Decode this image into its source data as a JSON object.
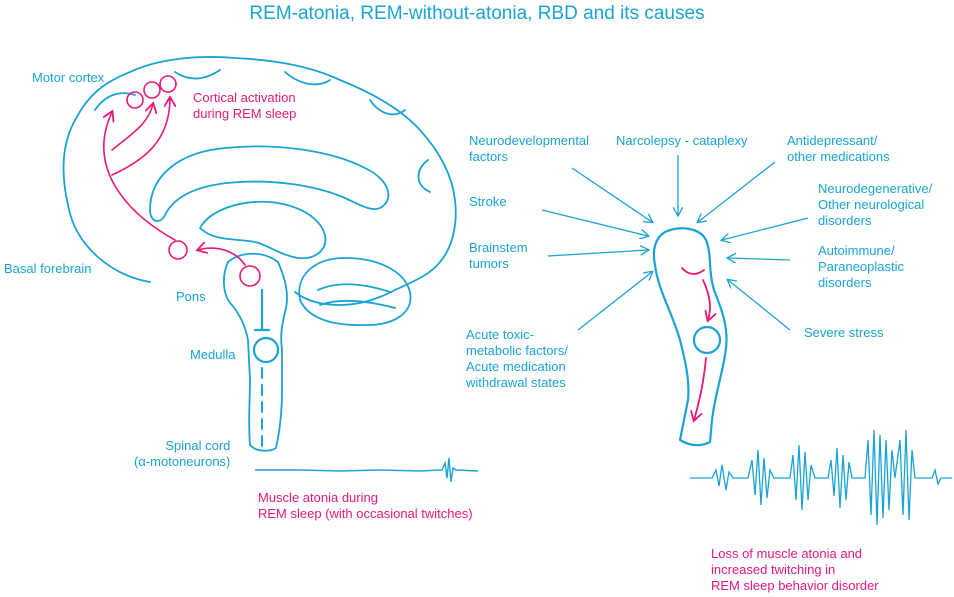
{
  "title": "REM-atonia, REM-without-atonia, RBD and its causes",
  "brain_labels": {
    "motor_cortex": "Motor cortex",
    "cortical_activation": [
      "Cortical activation",
      "during REM sleep"
    ],
    "basal_forebrain": "Basal forebrain",
    "pons": "Pons",
    "medulla": "Medulla",
    "spinal_cord": [
      "Spinal cord",
      "(α-motoneurons)"
    ],
    "muscle_atonia": [
      "Muscle atonia during",
      "REM sleep (with occasional twitches)"
    ]
  },
  "causes": {
    "neurodevelopmental": [
      "Neurodevelopmental",
      "factors"
    ],
    "narcolepsy": "Narcolepsy - cataplexy",
    "antidepressant": [
      "Antidepressant/",
      "other medications"
    ],
    "stroke": "Stroke",
    "neurodegenerative": [
      "Neurodegenerative/",
      "Other neurological",
      "disorders"
    ],
    "brainstem_tumors": [
      "Brainstem",
      "tumors"
    ],
    "autoimmune": [
      "Autoimmune/",
      "Paraneoplastic",
      "disorders"
    ],
    "severe_stress": "Severe stress",
    "acute_toxic": [
      "Acute toxic-",
      "metabolic factors/",
      "Acute medication",
      "withdrawal states"
    ]
  },
  "rbd_label": [
    "Loss of muscle atonia and",
    "increased twitching in",
    "REM sleep behavior disorder"
  ],
  "colors": {
    "blue": "#1aa3d4",
    "pink": "#e6197a"
  }
}
